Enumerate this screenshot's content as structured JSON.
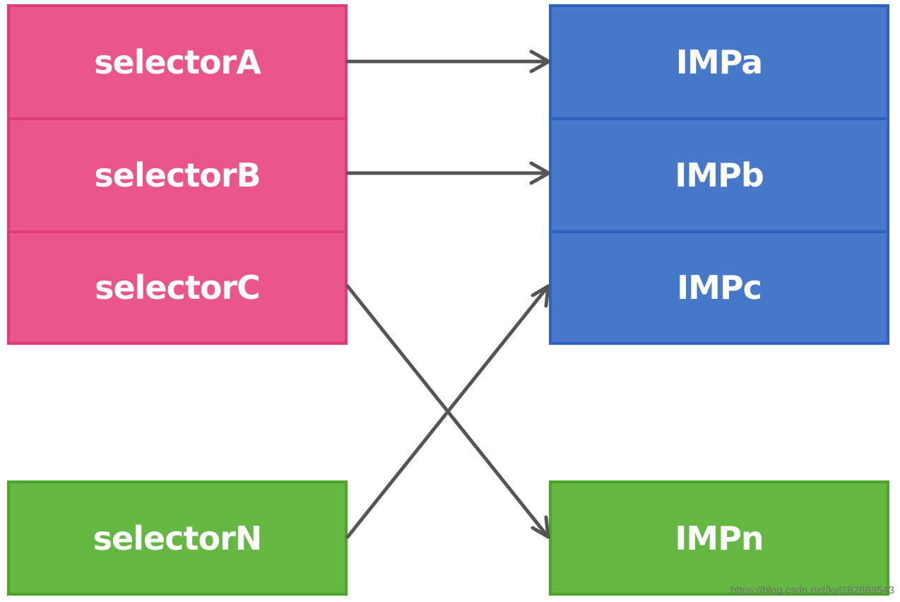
{
  "selectors": {
    "a": "selectorA",
    "b": "selectorB",
    "c": "selectorC",
    "n": "selectorN"
  },
  "imps": {
    "a": "IMPa",
    "b": "IMPb",
    "c": "IMPc",
    "n": "IMPn"
  },
  "edges": [
    {
      "from": "selectorA",
      "to": "IMPa"
    },
    {
      "from": "selectorB",
      "to": "IMPb"
    },
    {
      "from": "selectorC",
      "to": "IMPn"
    },
    {
      "from": "selectorN",
      "to": "IMPc"
    }
  ],
  "colors": {
    "selector_fill": "#e9548a",
    "imp_fill": "#4778c9",
    "swapped_fill": "#64b743",
    "arrow": "#555555"
  },
  "watermark": "https://blog.csdn.net/kyl282889543"
}
